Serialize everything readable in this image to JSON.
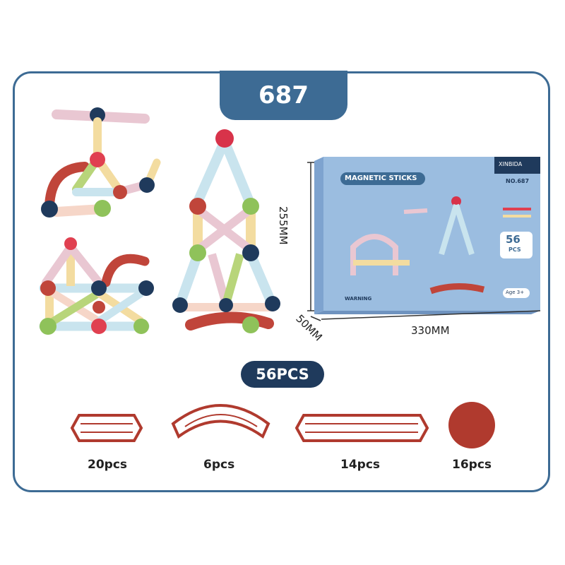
{
  "model_number": "687",
  "total_pieces": "56PCS",
  "dimensions": {
    "height": "255MM",
    "depth": "50MM",
    "width": "330MM"
  },
  "box": {
    "title": "MAGNETIC STICKS",
    "brand": "XINBIDA",
    "model": "NO.687",
    "pcs_number": "56",
    "pcs_label": "PCS",
    "age": "Age 3+",
    "warning": "WARNING"
  },
  "pieces": [
    {
      "shape": "short-stick",
      "count": "20pcs"
    },
    {
      "shape": "curved-stick",
      "count": "6pcs"
    },
    {
      "shape": "long-stick",
      "count": "14pcs"
    },
    {
      "shape": "ball",
      "count": "16pcs"
    }
  ],
  "colors": {
    "frame": "#3d6b94",
    "badge": "#1f3a5c",
    "piece_outline": "#b03a2e",
    "box_blue": "#9bbde0"
  }
}
